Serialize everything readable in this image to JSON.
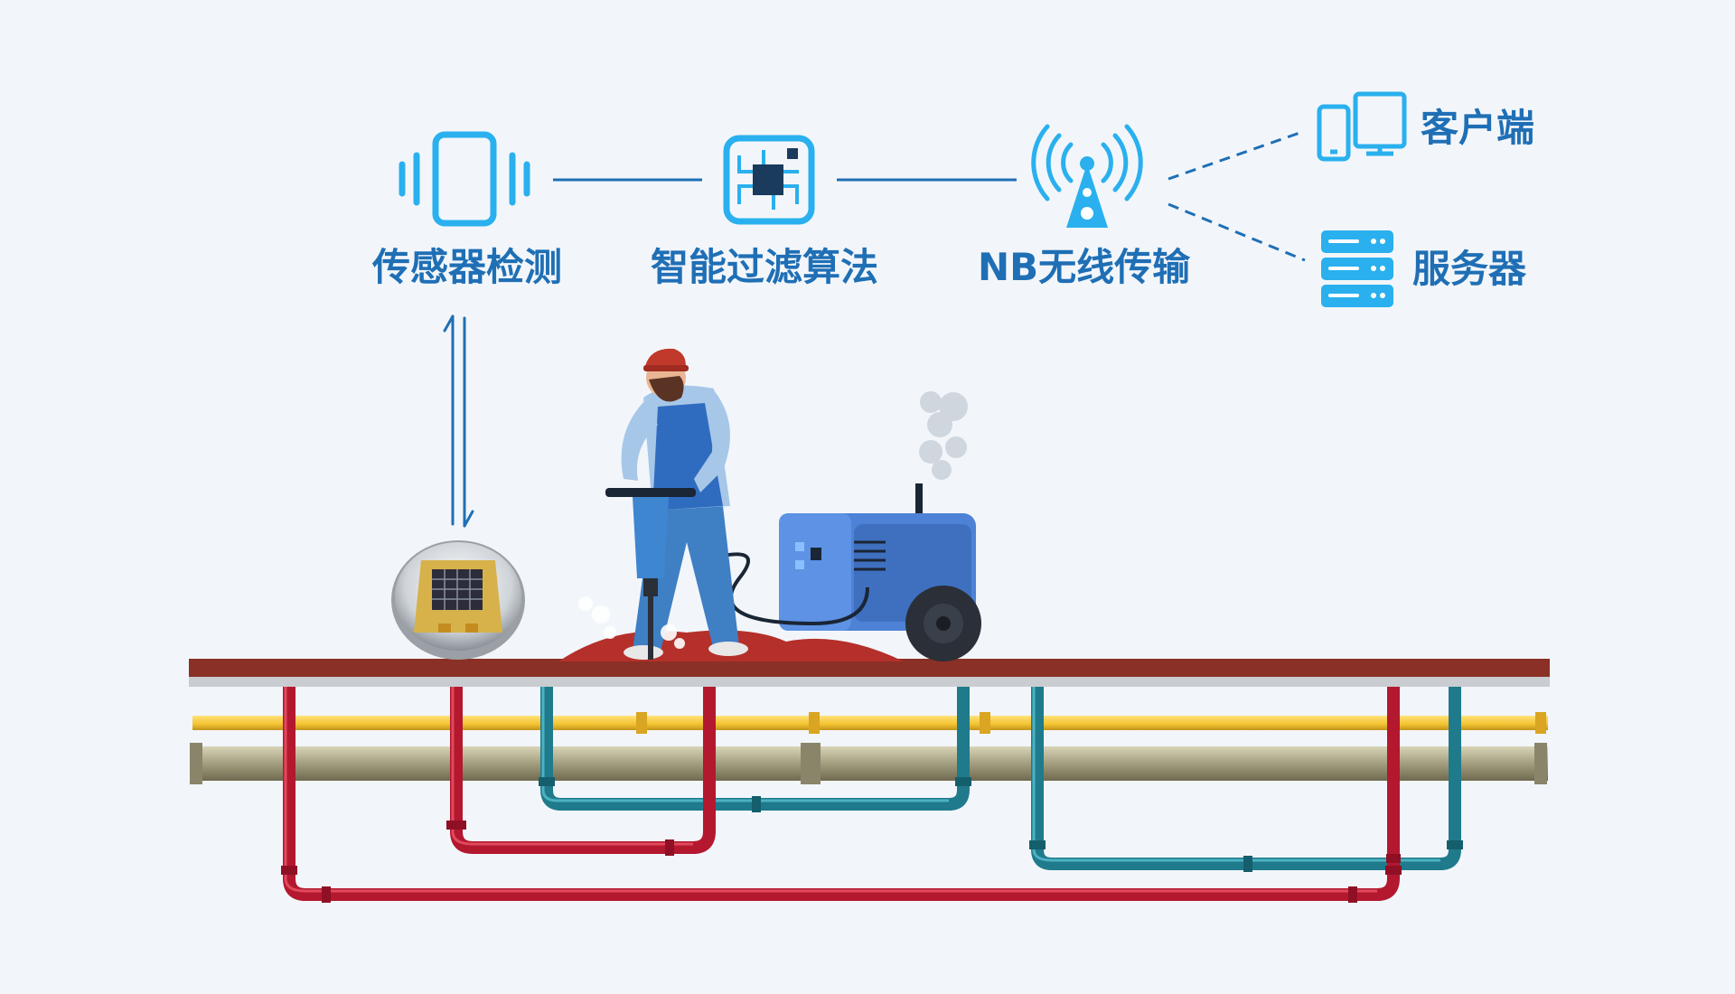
{
  "flow": {
    "sensor_label": "传感器检测",
    "filter_label": "智能过滤算法",
    "nb_label": "NB无线传输",
    "client_label": "客户端",
    "server_label": "服务器"
  },
  "icons": {
    "sensor": "phone-vibration-icon",
    "filter": "chip-icon",
    "nb": "antenna-tower-icon",
    "client": "devices-icon",
    "server": "server-stack-icon"
  },
  "colors": {
    "accent": "#1f6fb5",
    "icon_blue": "#2ab0ee",
    "ground": "#8b3026",
    "pipe_red": "#b3182f",
    "pipe_teal": "#1f7a8c",
    "pipe_yellow": "#f2c230",
    "pipe_olive": "#a39e7e",
    "background": "#f2f6fa"
  }
}
